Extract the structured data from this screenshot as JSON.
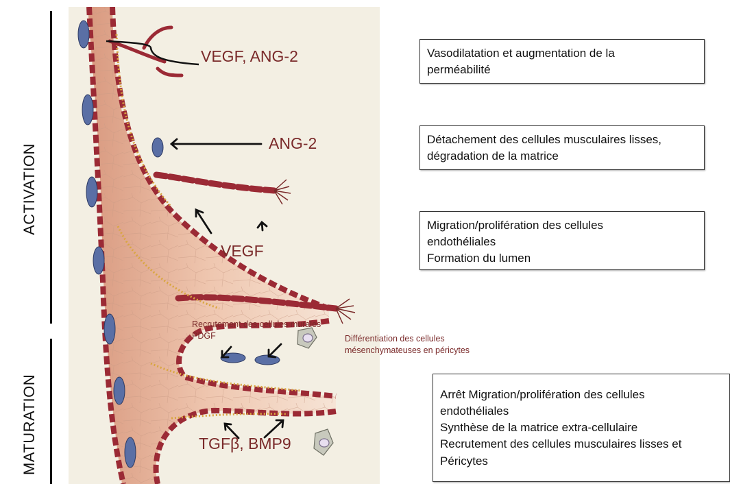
{
  "phases": {
    "activation": "ACTIVATION",
    "maturation": "MATURATION"
  },
  "labels": {
    "vegf_ang2": "VEGF, ANG-2",
    "ang2": "ANG-2",
    "vegf": "VEGF",
    "recrutement_line1": "Recrutement des cellules murales",
    "recrutement_line2": "PDGF",
    "differentiation_line1": "Différentiation des cellules",
    "differentiation_line2": "mésenchymateuses en péricytes",
    "tgfb_bmp9": "TGFβ, BMP9"
  },
  "boxes": {
    "box1": {
      "line1": "Vasodilatation et augmentation de la",
      "line2": "perméabilité"
    },
    "box2": {
      "line1": "Détachement des cellules musculaires lisses,",
      "line2": "dégradation de la matrice"
    },
    "box3": {
      "line1": "Migration/prolifération des cellules",
      "line2": "endothéliales",
      "line3": "Formation du lumen"
    },
    "box4": {
      "line1": "Arrêt Migration/prolifération des cellules",
      "line2": "endothéliales",
      "line3": "Synthèse de la matrice extra-cellulaire",
      "line4": "Recrutement des cellules musculaires lisses et",
      "line5": "Péricytes"
    }
  },
  "colors": {
    "label_text": "#7a2a2a",
    "vessel_fill": "#e8b9a0",
    "endothelial": "#9b2a35",
    "pericyte": "#5a6fa5",
    "matrix": "#d9a640",
    "background": "#f3efe3"
  }
}
